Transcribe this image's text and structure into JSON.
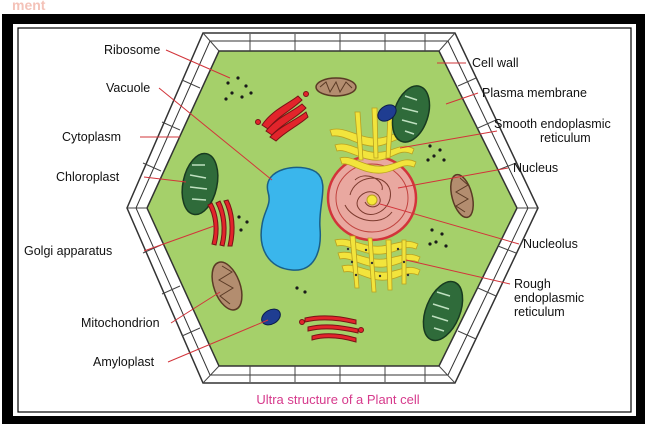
{
  "caption": "Ultra structure of a Plant cell",
  "watermark_text": "ment",
  "labels": {
    "ribosome": "Ribosome",
    "vacuole": "Vacuole",
    "cytoplasm": "Cytoplasm",
    "chloroplast": "Chloroplast",
    "golgi": "Golgi apparatus",
    "mitochondrion": "Mitochondrion",
    "amyloplast": "Amyloplast",
    "cell_wall": "Cell wall",
    "plasma_membrane": "Plasma membrane",
    "smooth_er_1": "Smooth endoplasmic",
    "smooth_er_2": "reticulum",
    "nucleus": "Nucleus",
    "nucleolus": "Nucleolus",
    "rough_er_1": "Rough",
    "rough_er_2": "endoplasmic",
    "rough_er_3": "reticulum"
  },
  "colors": {
    "cytoplasm": "#a5d06a",
    "cell_wall": "#ffffff",
    "frame": "#000000",
    "vacuole": "#3ab6ec",
    "chloroplast": "#2f6b3a",
    "golgi": "#e2242b",
    "mitochondrion": "#b38d6f",
    "amyloplast": "#1f3d91",
    "nucleus": "#e9a8a0",
    "nucleus_border": "#d2343a",
    "er": "#f2e43c",
    "caption": "#d63a8c",
    "watermark": "#f4c2b8"
  }
}
